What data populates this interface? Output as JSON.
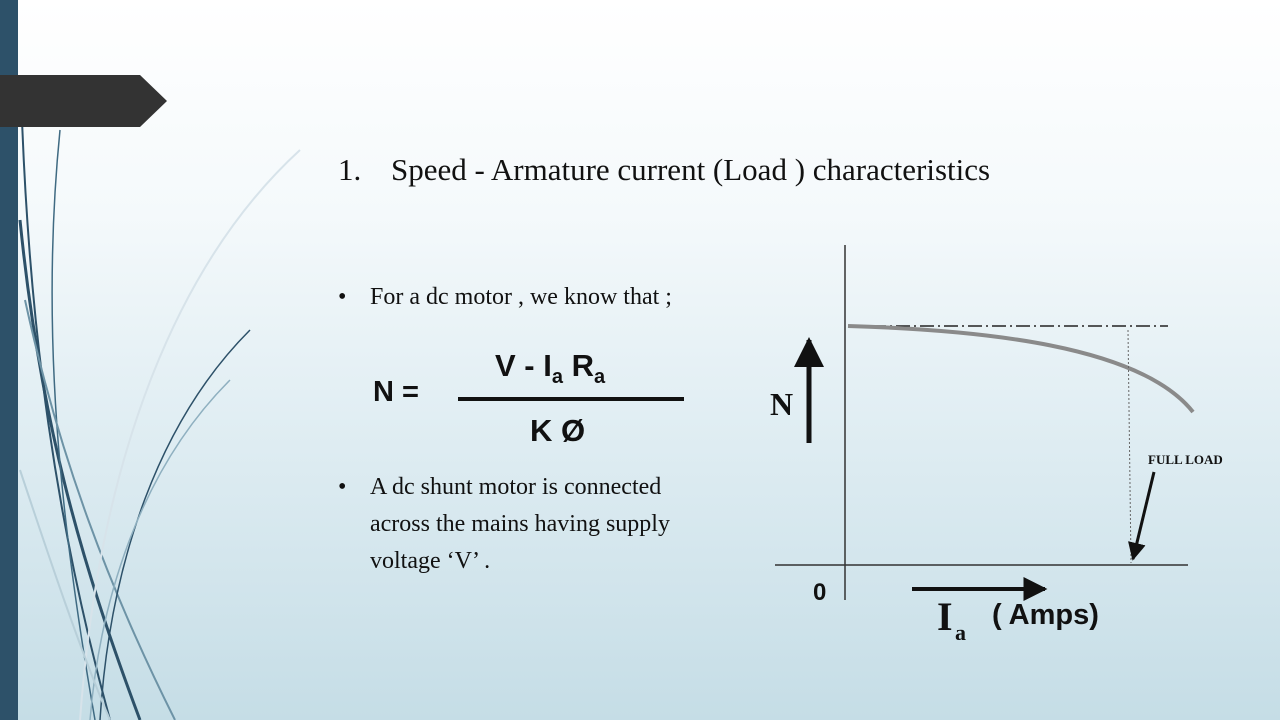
{
  "title": {
    "number": "1.",
    "text": "Speed - Armature current (Load ) characteristics"
  },
  "bullets": [
    {
      "symbol": "•",
      "lines": [
        "For a dc motor , we know that ;"
      ]
    },
    {
      "symbol": "•",
      "lines": [
        "A dc shunt motor is connected",
        "across the mains having supply",
        "voltage ‘V’ ."
      ]
    }
  ],
  "formula": {
    "lhs": "N =",
    "num_v": "V - I",
    "num_sub1": "a",
    "num_r": " R",
    "num_sub2": "a",
    "denominator": "K Ø"
  },
  "diagram": {
    "y_axis_label": "N",
    "origin_label": "0",
    "x_axis_label": "I",
    "x_axis_sub": "a",
    "x_axis_unit": "( Amps)",
    "full_load_label": "FULL LOAD"
  },
  "colors": {
    "side_bar": "#2d5169",
    "title_tab": "#333333",
    "curve": "#8a8a8a"
  }
}
